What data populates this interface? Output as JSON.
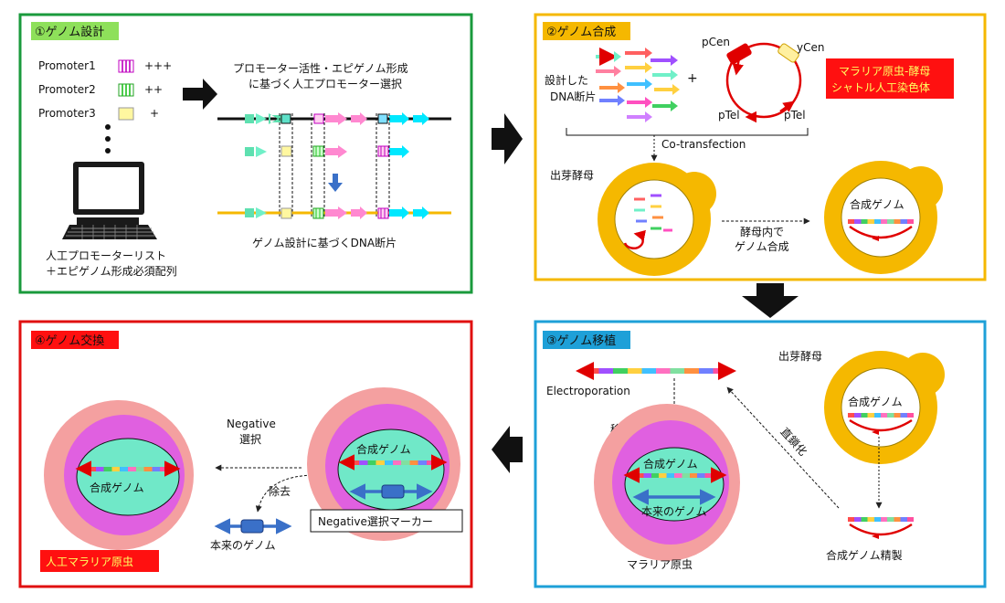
{
  "panel1": {
    "title": "①ゲノム設計",
    "promoters": [
      {
        "name": "Promoter1",
        "strength": "+++"
      },
      {
        "name": "Promoter2",
        "strength": "++"
      },
      {
        "name": "Promoter3",
        "strength": "+"
      }
    ],
    "select_line1": "プロモーター活性・エピゲノム形成",
    "select_line2": "に基づく人工プロモーター選択",
    "fragment_label": "ゲノム設計に基づくDNA断片",
    "list_line1": "人工プロモーターリスト",
    "list_line2": "＋エピゲノム形成必須配列"
  },
  "panel2": {
    "title": "②ゲノム合成",
    "designed_line1": "設計した",
    "designed_line2": "DNA断片",
    "plus": "+",
    "pcen": "pCen",
    "ycen": "yCen",
    "ptel_left": "pTel",
    "ptel_right": "pTel",
    "shuttle_line1": "マラリア原虫-酵母",
    "shuttle_line2": "シャトル人工染色体",
    "cotransfection": "Co-transfection",
    "yeast_label": "出芽酵母",
    "in_yeast_line1": "酵母内で",
    "in_yeast_line2": "ゲノム合成",
    "synthetic_genome": "合成ゲノム"
  },
  "panel3": {
    "title": "③ゲノム移植",
    "yeast_label": "出芽酵母",
    "synthetic_genome": "合成ゲノム",
    "electroporation": "Electroporation",
    "transplant": "移植",
    "linearize": "直鎖化",
    "synthetic_genome_inner": "合成ゲノム",
    "native_genome": "本来のゲノム",
    "purification": "合成ゲノム精製",
    "parasite": "マラリア原虫"
  },
  "panel4": {
    "title": "④ゲノム交換",
    "negative_line1": "Negative",
    "negative_line2": "選択",
    "removal": "除去",
    "native_genome": "本来のゲノム",
    "synthetic_genome_left": "合成ゲノム",
    "synthetic_genome_right": "合成ゲノム",
    "marker": "Negative選択マーカー",
    "artificial_parasite": "人工マラリア原虫"
  },
  "colors": {
    "panel1_border": "#1a9a3c",
    "panel1_tag": "#8ee05a",
    "panel2_border": "#f5b800",
    "panel2_tag": "#f5b800",
    "panel3_border": "#1ea0d8",
    "panel3_tag": "#1ea0d8",
    "panel4_border": "#e01010",
    "panel4_tag": "#ff1010",
    "yeast": "#f5b800",
    "parasite_outer": "#f4a0a0",
    "parasite_mid": "#e060e0",
    "parasite_core": "#70e8c8",
    "red": "#e00000",
    "native_genome": "#3a70c8"
  }
}
